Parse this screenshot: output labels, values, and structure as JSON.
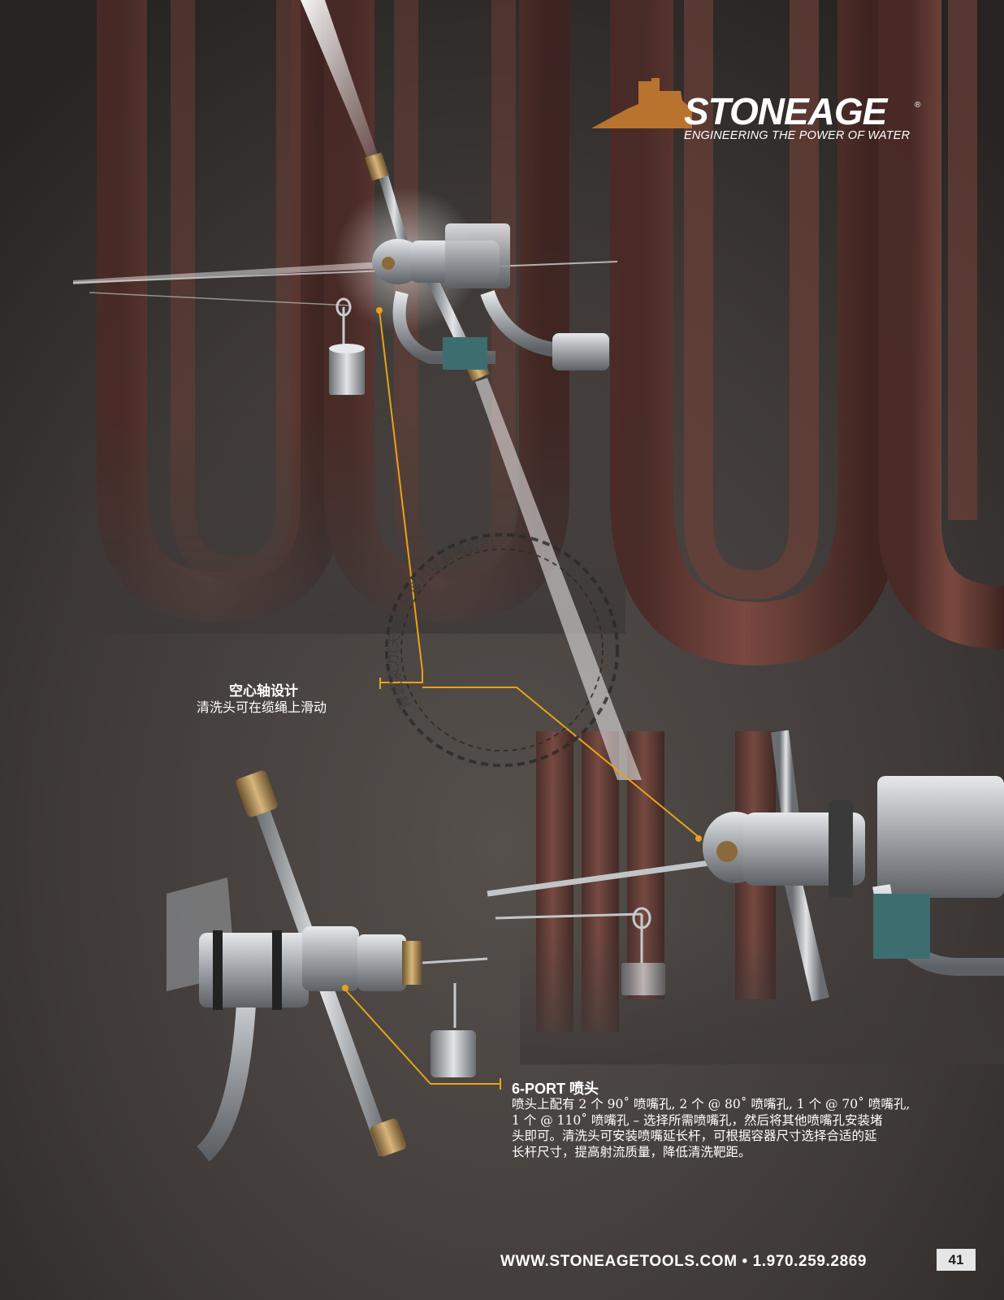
{
  "brand": {
    "name": "STONEAGE",
    "registered_mark": "®",
    "tagline": "ENGINEERING THE POWER OF WATER",
    "accent_color": "#b8732f"
  },
  "callouts": {
    "hollow_shaft": {
      "title": "空心轴设计",
      "body": "清洗头可在缆绳上滑动"
    },
    "six_port": {
      "title": "6-PORT 喷头",
      "body_lines": [
        "喷头上配有 2 个 90˚ 喷嘴孔, 2 个 @ 80˚ 喷嘴孔, 1 个 @ 70˚ 喷嘴孔,",
        "1 个 @ 110˚ 喷嘴孔 – 选择所需喷嘴孔，然后将其他喷嘴孔安装堵",
        "头即可。清洗头可安装喷嘴延长杆，可根据容器尺寸选择合适的延",
        "长杆尺寸，提高射流质量，降低清洗靶距。"
      ]
    },
    "leader_color": "#e8a21a"
  },
  "stamp": {
    "text": "普蓝泵力(天津）环保科技有限公司"
  },
  "footer": {
    "contact": "WWW.STONEAGETOOLS.COM • 1.970.259.2869",
    "page_number": "41"
  },
  "colors": {
    "background": "#3a3634",
    "tube": "#6e3f38",
    "metal": "#b9bcbf"
  }
}
